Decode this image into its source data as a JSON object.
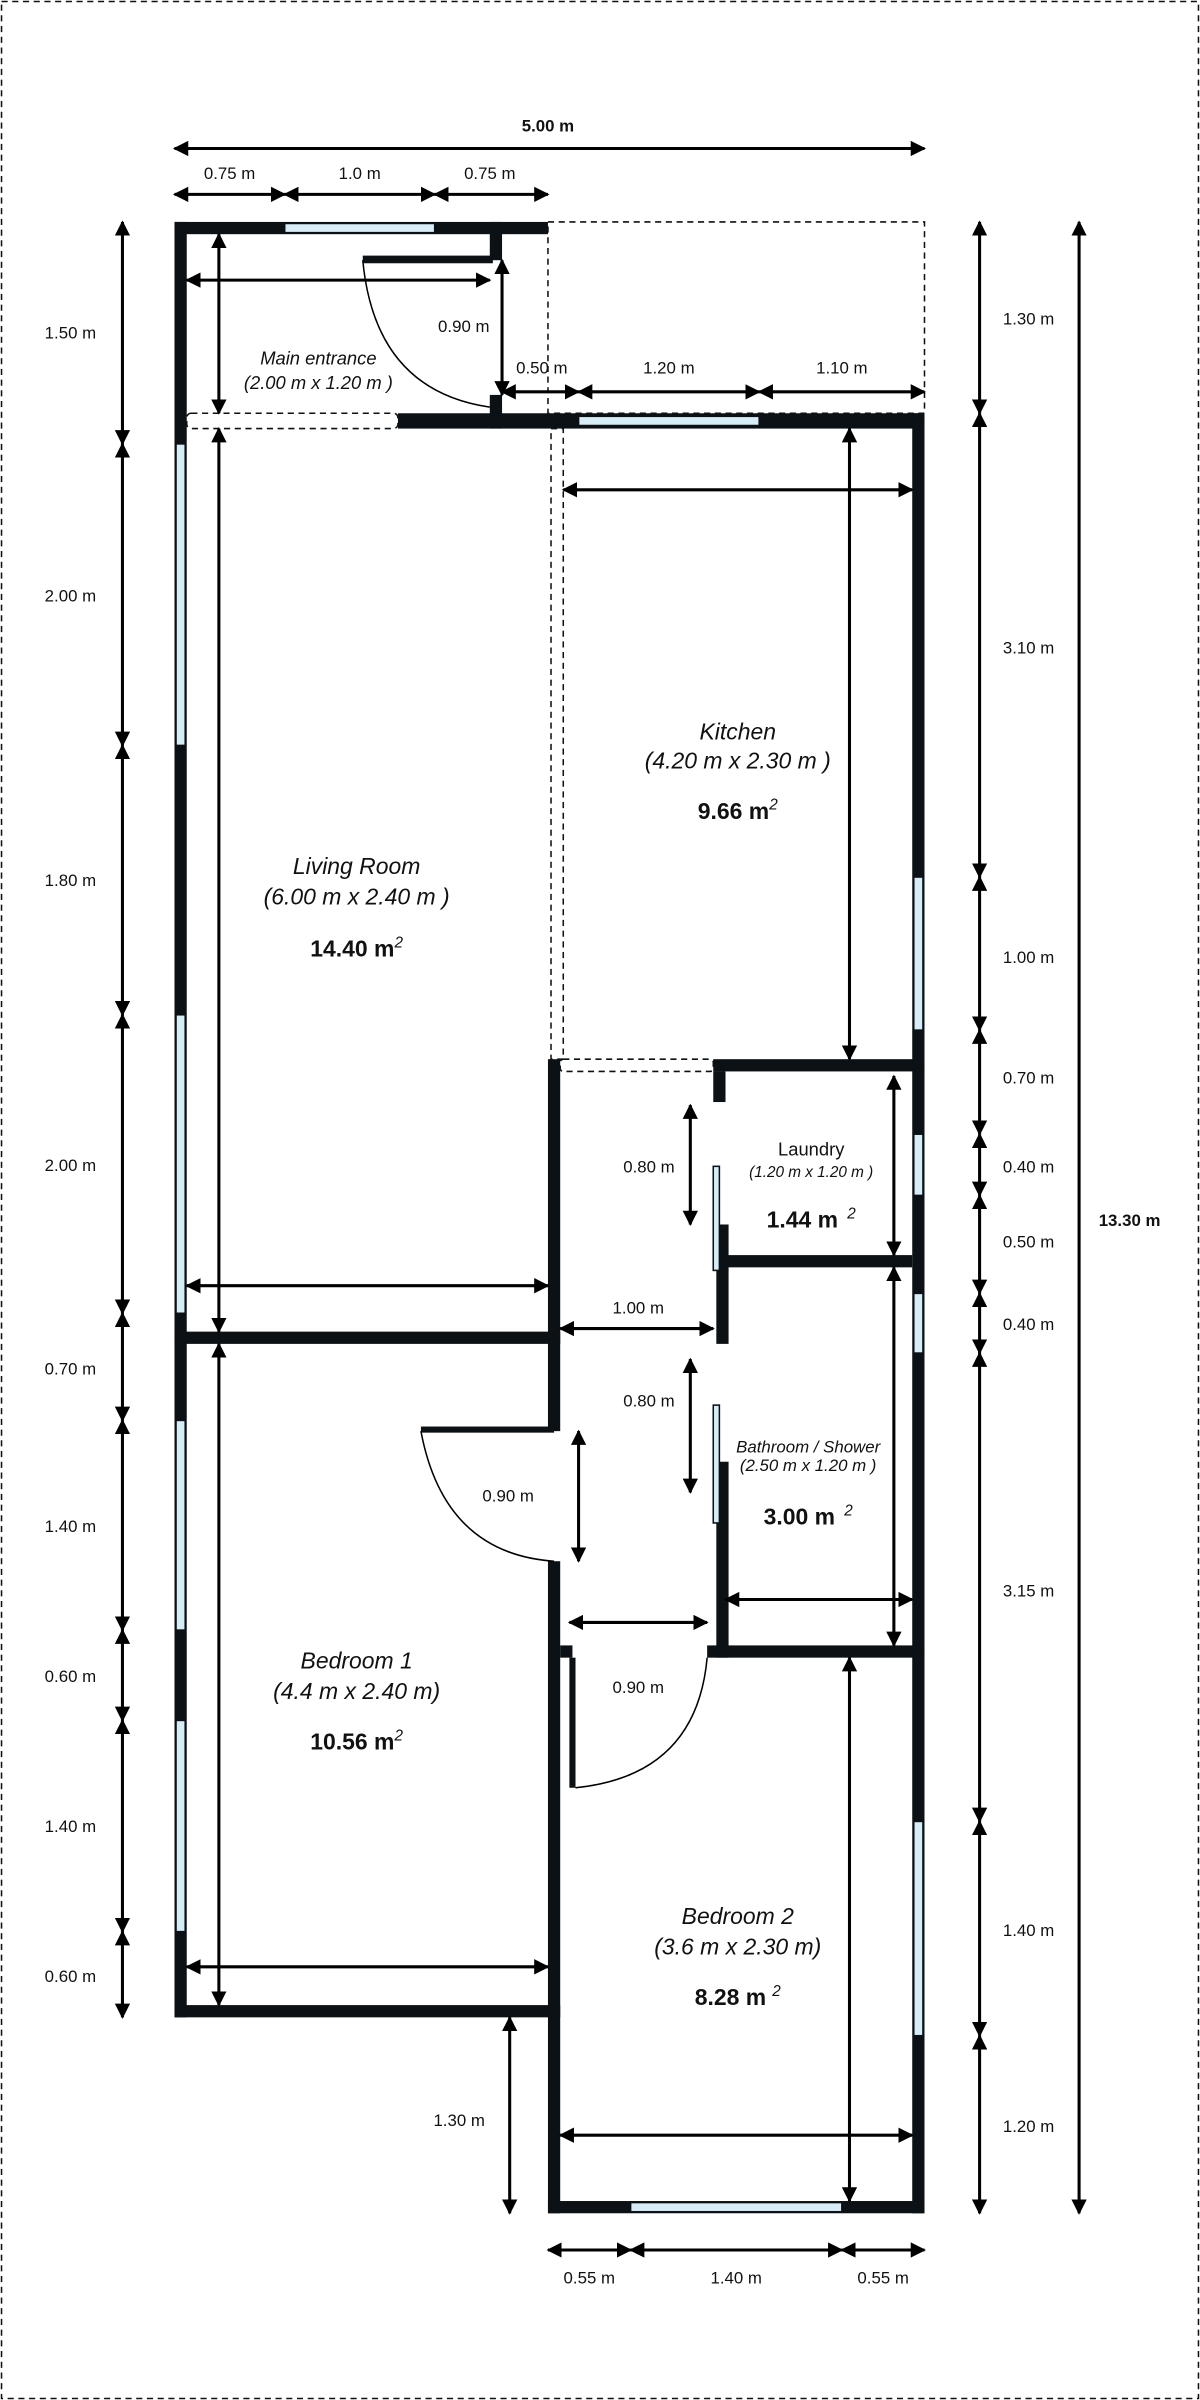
{
  "title": "Floor plan",
  "rooms": {
    "entrance": {
      "name": "Main entrance",
      "dims": "(2.00 m x 1.20 m  )"
    },
    "living": {
      "name": "Living Room",
      "dims": "(6.00 m x 2.40 m  )",
      "area": "14.40 m",
      "sup": "2"
    },
    "kitchen": {
      "name": "Kitchen",
      "dims": "(4.20 m x 2.30 m  )",
      "area": "9.66 m",
      "sup": "2"
    },
    "laundry": {
      "name": "Laundry",
      "dims": "(1.20 m x 1.20 m  )",
      "area": "1.44 m",
      "sup": "2"
    },
    "bathroom": {
      "name": "Bathroom / Shower",
      "dims": "(2.50 m x 1.20 m  )",
      "area": "3.00 m",
      "sup": "2"
    },
    "bedroom1": {
      "name": "Bedroom 1",
      "dims": "(4.4 m x 2.40 m)",
      "area": "10.56 m",
      "sup": "2"
    },
    "bedroom2": {
      "name": "Bedroom 2",
      "dims": "(3.6 m x 2.30 m)",
      "area": "8.28 m",
      "sup": "2"
    }
  },
  "dimensions": {
    "top_total": "5.00 m",
    "top": [
      "0.75 m",
      "1.0 m",
      "0.75 m"
    ],
    "left": [
      "1.50 m",
      "2.00 m",
      "1.80 m",
      "2.00 m",
      "0.70 m",
      "1.40 m",
      "0.60 m",
      "1.40 m",
      "0.60 m"
    ],
    "right": [
      "1.30 m",
      "3.10 m",
      "1.00 m",
      "0.70 m",
      "0.40 m",
      "0.50 m",
      "0.40 m",
      "3.15 m",
      "1.40 m",
      "1.20 m"
    ],
    "right_total": "13.30 m",
    "bottom": [
      "0.55 m",
      "1.40 m",
      "0.55 m"
    ],
    "bottom_left": "1.30 m",
    "entrance_door": "0.90 m",
    "kitchen_top": [
      "0.50 m",
      "1.20 m",
      "1.10 m"
    ],
    "hall_upper": "0.80 m",
    "hall_width": "1.00 m",
    "hall_lower": "0.80 m",
    "bedroom1_door": "0.90 m",
    "bedroom2_door": "0.90 m"
  }
}
